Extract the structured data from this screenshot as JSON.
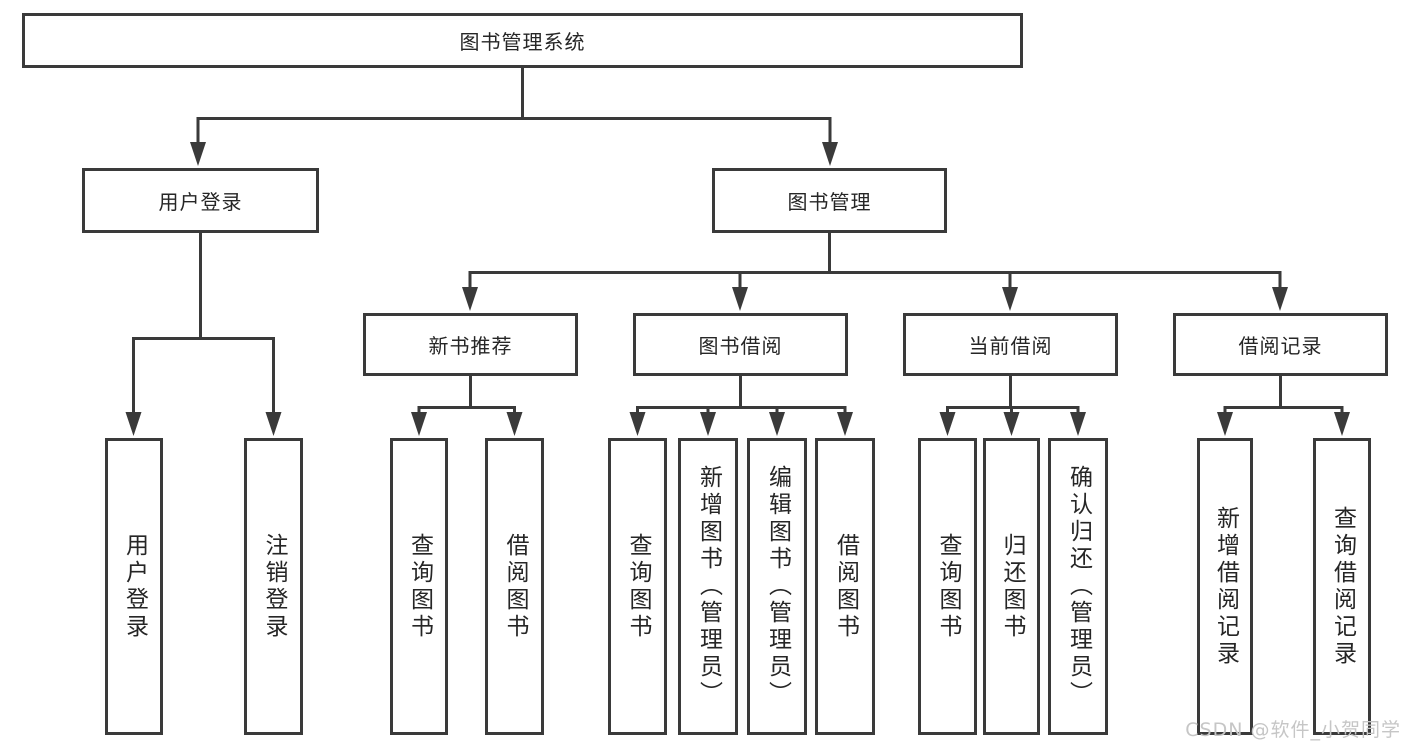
{
  "colors": {
    "line": "#3a3a3a",
    "border": "#3a3a3a",
    "text": "#262626",
    "background": "#ffffff",
    "watermark": "#c6c6c6"
  },
  "watermark": {
    "text": "CSDN @软件_小贺同学"
  },
  "diagram": {
    "root": {
      "label": "图书管理系统"
    },
    "branches": [
      {
        "label": "用户登录",
        "children": [
          {
            "label": "用户登录"
          },
          {
            "label": "注销登录"
          }
        ]
      },
      {
        "label": "图书管理",
        "children": [
          {
            "label": "新书推荐",
            "children": [
              {
                "label": "查询图书"
              },
              {
                "label": "借阅图书"
              }
            ]
          },
          {
            "label": "图书借阅",
            "children": [
              {
                "label": "查询图书"
              },
              {
                "label": "新增图书（管理员）"
              },
              {
                "label": "编辑图书（管理员）"
              },
              {
                "label": "借阅图书"
              }
            ]
          },
          {
            "label": "当前借阅",
            "children": [
              {
                "label": "查询图书"
              },
              {
                "label": "归还图书"
              },
              {
                "label": "确认归还（管理员）"
              }
            ]
          },
          {
            "label": "借阅记录",
            "children": [
              {
                "label": "新增借阅记录"
              },
              {
                "label": "查询借阅记录"
              }
            ]
          }
        ]
      }
    ]
  }
}
